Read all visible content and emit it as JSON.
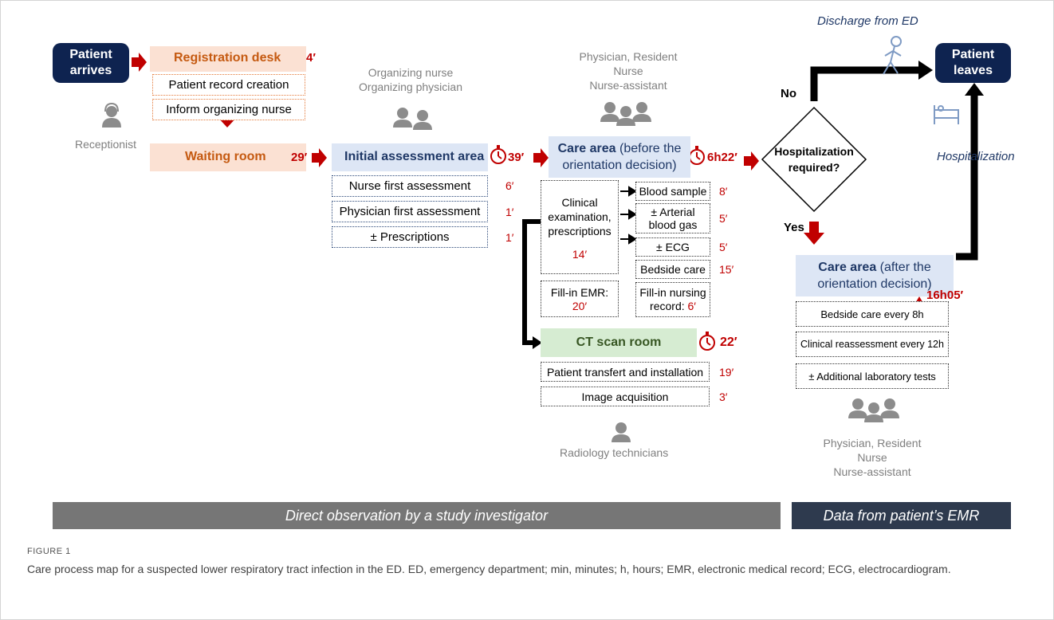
{
  "nodes": {
    "patient_arrives": "Patient\narrives",
    "registration_desk": "Registration desk",
    "registration_time": "4′",
    "patient_record_creation": "Patient record creation",
    "inform_nurse": "Inform organizing nurse",
    "receptionist": "Receptionist",
    "waiting_room": "Waiting room",
    "waiting_time": "29′",
    "organizing_staff": "Organizing  nurse\nOrganizing physician",
    "initial_assessment": "Initial assessment area",
    "initial_time": "39′",
    "nurse_first": "Nurse first assessment",
    "nurse_first_time": "6′",
    "physician_first": "Physician first assessment",
    "physician_first_time": "1′",
    "prescriptions": "± Prescriptions",
    "prescriptions_time": "1′",
    "care_staff_top": "Physician, Resident\nNurse\nNurse-assistant",
    "care_area_before_bold": "Care area",
    "care_area_before_rest": " (before the",
    "care_area_before_line2": "orientation decision)",
    "care_before_time": "6h22′",
    "clinical_exam": "Clinical\nexamination,\nprescriptions",
    "clinical_exam_time": "14′",
    "blood_sample": "Blood sample",
    "blood_sample_time": "8′",
    "arterial_gas": "± Arterial\nblood gas",
    "arterial_gas_time": "5′",
    "ecg": "± ECG",
    "ecg_time": "5′",
    "bedside_care": "Bedside care",
    "bedside_care_time": "15′",
    "fill_emr": "Fill-in EMR:",
    "fill_emr_time": "20′",
    "fill_nursing": "Fill-in nursing\nrecord:",
    "fill_nursing_time": "6′",
    "ct_room": "CT scan room",
    "ct_time": "22′",
    "patient_transfer": "Patient transfert and installation",
    "patient_transfer_time": "19′",
    "image_acq": "Image acquisition",
    "image_acq_time": "3′",
    "radiology": "Radiology technicians",
    "decision": "Hospitalization\nrequired?",
    "no": "No",
    "yes": "Yes",
    "discharge": "Discharge from ED",
    "patient_leaves": "Patient\nleaves",
    "hospitalization": "Hospitalization",
    "care_area_after_bold": "Care area",
    "care_area_after_rest": " (after the",
    "care_area_after_line2": "orientation decision)",
    "care_after_time": "16h05′",
    "bedside_8h": "Bedside care every 8h",
    "clinical_12h": "Clinical reassessment every 12h",
    "additional_lab": "± Additional laboratory tests",
    "care_staff_bottom": "Physician, Resident\nNurse\nNurse-assistant"
  },
  "bands": {
    "left": "Direct observation by a study investigator",
    "right": "Data from patient’s EMR"
  },
  "figure_label": "FIGURE 1",
  "caption": "Care process map for a suspected lower respiratory tract infection in the ED. ED, emergency department; min, minutes; h, hours; EMR, electronic medical record; ECG, electrocardiogram.",
  "colors": {
    "navy": "#0e2350",
    "arrow_red": "#c00000",
    "registration_fill": "#fbe1d3",
    "care_fill": "#dde6f5",
    "ct_fill": "#d6ecd2",
    "band_gray": "#767676",
    "band_dark": "#2e3a4e"
  },
  "icons": [
    "stopwatch-icon",
    "person-icon",
    "group-icon",
    "walking-person-icon",
    "hospital-bed-icon",
    "hourglass-icon",
    "headset-person-icon"
  ]
}
